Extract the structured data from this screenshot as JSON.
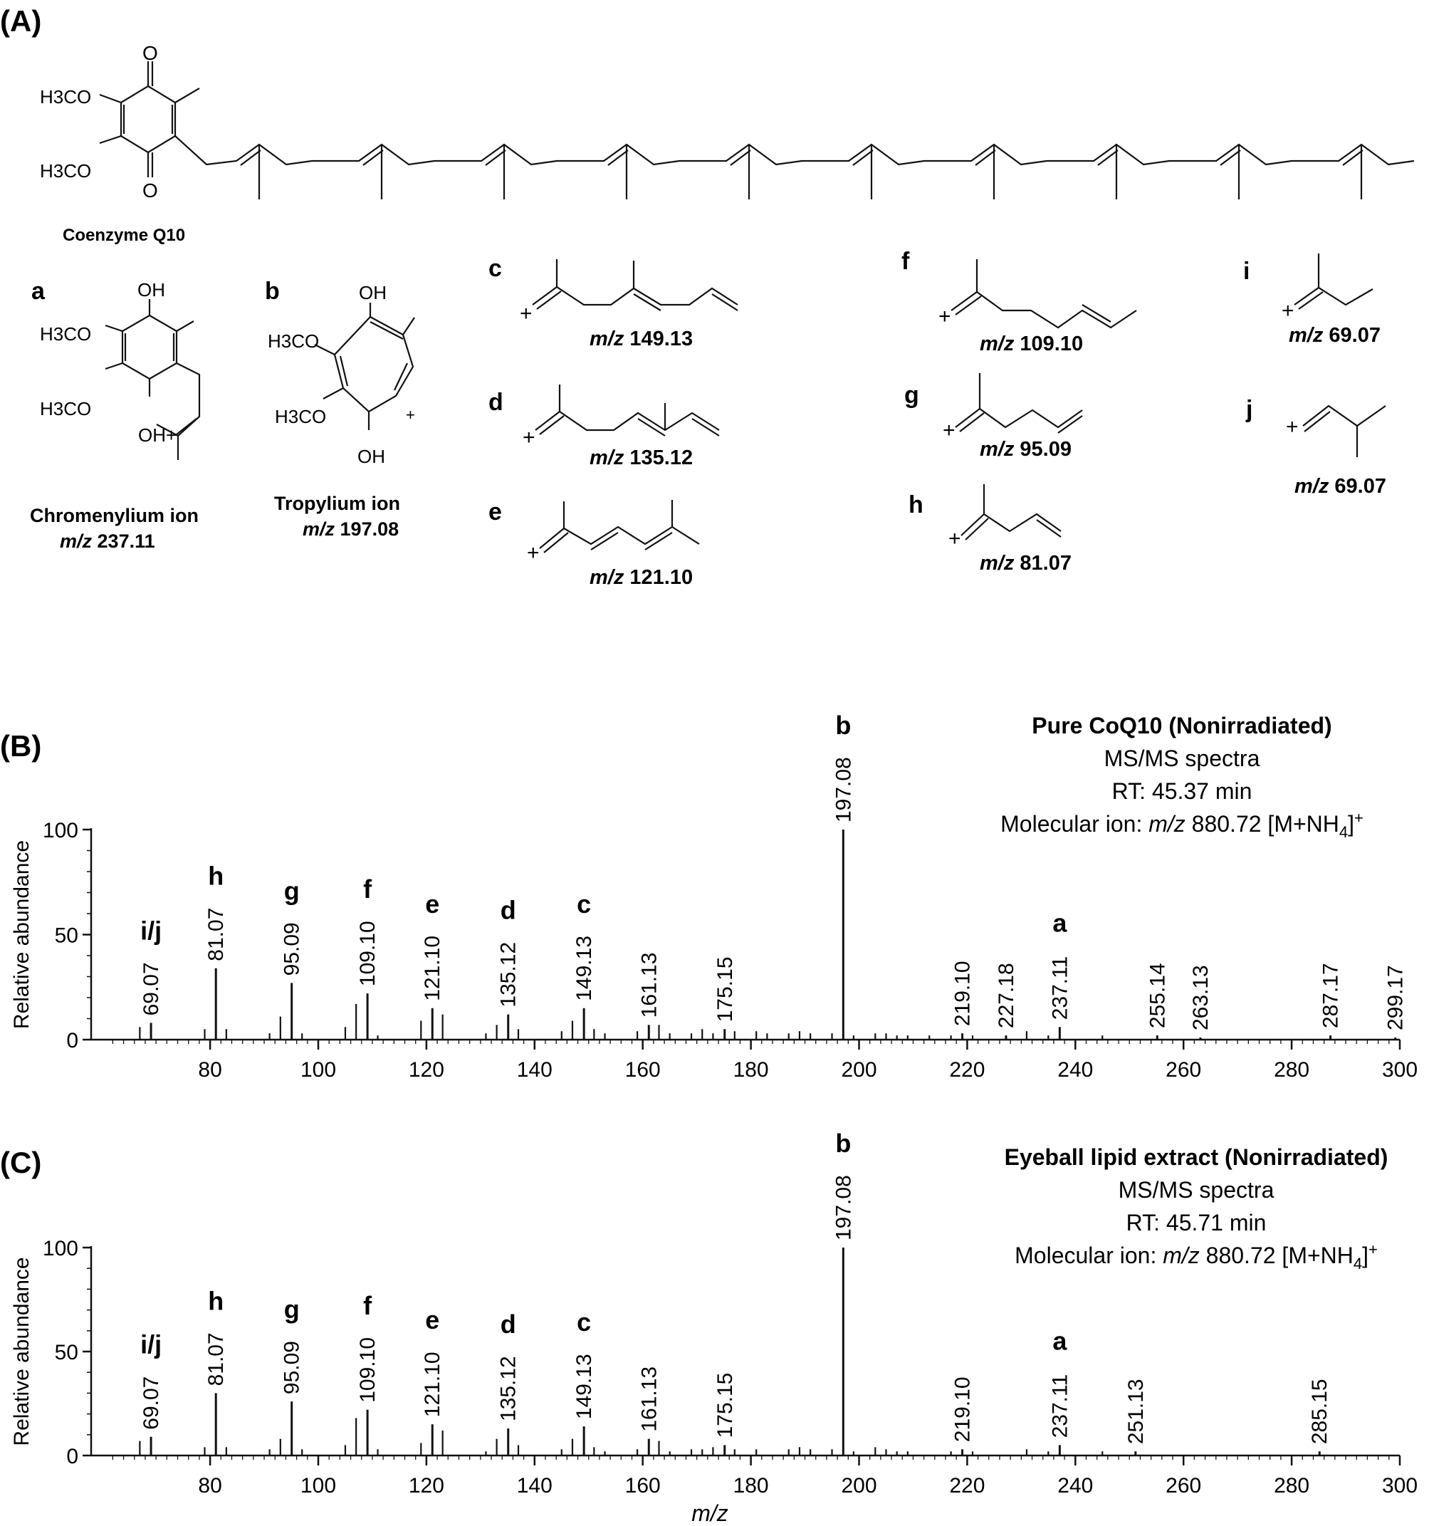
{
  "panel_a": {
    "panel_label": "(A)",
    "coq10_label": "Coenzyme Q10",
    "h3co": "H3CO",
    "oh": "OH",
    "oh_plus": "OH+",
    "plus": "+",
    "o": "O",
    "fragments": [
      {
        "letter": "a",
        "name": "Chromenylium ion",
        "mz_prefix": "m/z",
        "mz": "237.11"
      },
      {
        "letter": "b",
        "name": "Tropylium ion",
        "mz_prefix": "m/z",
        "mz": "197.08"
      },
      {
        "letter": "c",
        "mz_prefix": "m/z",
        "mz": "149.13"
      },
      {
        "letter": "d",
        "mz_prefix": "m/z",
        "mz": "135.12"
      },
      {
        "letter": "e",
        "mz_prefix": "m/z",
        "mz": "121.10"
      },
      {
        "letter": "f",
        "mz_prefix": "m/z",
        "mz": "109.10"
      },
      {
        "letter": "g",
        "mz_prefix": "m/z",
        "mz": "95.09"
      },
      {
        "letter": "h",
        "mz_prefix": "m/z",
        "mz": "81.07"
      },
      {
        "letter": "i",
        "mz_prefix": "m/z",
        "mz": "69.07"
      },
      {
        "letter": "j",
        "mz_prefix": "m/z",
        "mz": "69.07"
      }
    ]
  },
  "chart_data": [
    {
      "type": "bar",
      "panel_label": "(B)",
      "title": "Pure CoQ10 (Nonirradiated)",
      "info_lines": [
        "MS/MS spectra",
        "RT: 45.37 min"
      ],
      "molecular_ion": {
        "prefix": "Molecular ion: ",
        "mz_italic": "m/z",
        "value": " 880.72 [M+NH",
        "sub": "4",
        "suffix": "]",
        "sup": "+"
      },
      "xlabel": "",
      "ylabel": "Relative abundance",
      "xlim": [
        58,
        300
      ],
      "ylim": [
        0,
        100
      ],
      "x_ticks": [
        80,
        100,
        120,
        140,
        160,
        180,
        200,
        220,
        240,
        260,
        280,
        300
      ],
      "y_ticks": [
        0,
        50,
        100
      ],
      "peaks": [
        {
          "mz": 67,
          "y": 6
        },
        {
          "mz": 69.07,
          "y": 8,
          "label": "69.07",
          "letter": "i/j"
        },
        {
          "mz": 79,
          "y": 5
        },
        {
          "mz": 81.07,
          "y": 34,
          "label": "81.07",
          "letter": "h"
        },
        {
          "mz": 83,
          "y": 5
        },
        {
          "mz": 91,
          "y": 3
        },
        {
          "mz": 93,
          "y": 11
        },
        {
          "mz": 95.09,
          "y": 27,
          "label": "95.09",
          "letter": "g"
        },
        {
          "mz": 97,
          "y": 3
        },
        {
          "mz": 105,
          "y": 6
        },
        {
          "mz": 107,
          "y": 17
        },
        {
          "mz": 109.1,
          "y": 22,
          "label": "109.10",
          "letter": "f"
        },
        {
          "mz": 111,
          "y": 2
        },
        {
          "mz": 119,
          "y": 9
        },
        {
          "mz": 121.1,
          "y": 15,
          "label": "121.10",
          "letter": "e"
        },
        {
          "mz": 123,
          "y": 12
        },
        {
          "mz": 131,
          "y": 3
        },
        {
          "mz": 133,
          "y": 7
        },
        {
          "mz": 135.12,
          "y": 12,
          "label": "135.12",
          "letter": "d"
        },
        {
          "mz": 137,
          "y": 5
        },
        {
          "mz": 145,
          "y": 4
        },
        {
          "mz": 147,
          "y": 9
        },
        {
          "mz": 149.13,
          "y": 15,
          "label": "149.13",
          "letter": "c"
        },
        {
          "mz": 151,
          "y": 5
        },
        {
          "mz": 153,
          "y": 3
        },
        {
          "mz": 159,
          "y": 4
        },
        {
          "mz": 161.13,
          "y": 7,
          "label": "161.13"
        },
        {
          "mz": 163,
          "y": 7
        },
        {
          "mz": 165,
          "y": 3
        },
        {
          "mz": 169,
          "y": 3
        },
        {
          "mz": 171,
          "y": 5
        },
        {
          "mz": 173,
          "y": 3
        },
        {
          "mz": 175.15,
          "y": 5,
          "label": "175.15"
        },
        {
          "mz": 177,
          "y": 4
        },
        {
          "mz": 181,
          "y": 4
        },
        {
          "mz": 183,
          "y": 3
        },
        {
          "mz": 187,
          "y": 3
        },
        {
          "mz": 189,
          "y": 4
        },
        {
          "mz": 191,
          "y": 3
        },
        {
          "mz": 195,
          "y": 3
        },
        {
          "mz": 197.08,
          "y": 100,
          "label": "197.08",
          "letter": "b"
        },
        {
          "mz": 199,
          "y": 2
        },
        {
          "mz": 203,
          "y": 3
        },
        {
          "mz": 205,
          "y": 3
        },
        {
          "mz": 207,
          "y": 2
        },
        {
          "mz": 209,
          "y": 2
        },
        {
          "mz": 213,
          "y": 2
        },
        {
          "mz": 217,
          "y": 2
        },
        {
          "mz": 219.1,
          "y": 3,
          "label": "219.10"
        },
        {
          "mz": 221,
          "y": 2
        },
        {
          "mz": 227.18,
          "y": 2,
          "label": "227.18"
        },
        {
          "mz": 231,
          "y": 4
        },
        {
          "mz": 235,
          "y": 2
        },
        {
          "mz": 237.11,
          "y": 6,
          "label": "237.11",
          "letter": "a"
        },
        {
          "mz": 245,
          "y": 2
        },
        {
          "mz": 255.14,
          "y": 2,
          "label": "255.14"
        },
        {
          "mz": 263.13,
          "y": 1,
          "label": "263.13"
        },
        {
          "mz": 287.17,
          "y": 2,
          "label": "287.17"
        },
        {
          "mz": 299.17,
          "y": 1,
          "label": "299.17"
        }
      ]
    },
    {
      "type": "bar",
      "panel_label": "(C)",
      "title": "Eyeball lipid extract (Nonirradiated)",
      "info_lines": [
        "MS/MS spectra",
        "RT: 45.71 min"
      ],
      "molecular_ion": {
        "prefix": "Molecular ion: ",
        "mz_italic": "m/z",
        "value": " 880.72 [M+NH",
        "sub": "4",
        "suffix": "]",
        "sup": "+"
      },
      "xlabel": "m/z",
      "ylabel": "Relative abundance",
      "xlim": [
        58,
        300
      ],
      "ylim": [
        0,
        100
      ],
      "x_ticks": [
        80,
        100,
        120,
        140,
        160,
        180,
        200,
        220,
        240,
        260,
        280,
        300
      ],
      "y_ticks": [
        0,
        50,
        100
      ],
      "peaks": [
        {
          "mz": 67,
          "y": 7
        },
        {
          "mz": 69.07,
          "y": 9,
          "label": "69.07",
          "letter": "i/j"
        },
        {
          "mz": 79,
          "y": 4
        },
        {
          "mz": 81.07,
          "y": 30,
          "label": "81.07",
          "letter": "h"
        },
        {
          "mz": 83,
          "y": 4
        },
        {
          "mz": 91,
          "y": 3
        },
        {
          "mz": 93,
          "y": 8
        },
        {
          "mz": 95.09,
          "y": 26,
          "label": "95.09",
          "letter": "g"
        },
        {
          "mz": 97,
          "y": 3
        },
        {
          "mz": 105,
          "y": 5
        },
        {
          "mz": 107,
          "y": 18
        },
        {
          "mz": 109.1,
          "y": 22,
          "label": "109.10",
          "letter": "f"
        },
        {
          "mz": 111,
          "y": 3
        },
        {
          "mz": 119,
          "y": 6
        },
        {
          "mz": 121.1,
          "y": 15,
          "label": "121.10",
          "letter": "e"
        },
        {
          "mz": 123,
          "y": 12
        },
        {
          "mz": 131,
          "y": 2
        },
        {
          "mz": 133,
          "y": 8
        },
        {
          "mz": 135.12,
          "y": 13,
          "label": "135.12",
          "letter": "d"
        },
        {
          "mz": 137,
          "y": 5
        },
        {
          "mz": 145,
          "y": 3
        },
        {
          "mz": 147,
          "y": 8
        },
        {
          "mz": 149.13,
          "y": 14,
          "label": "149.13",
          "letter": "c"
        },
        {
          "mz": 151,
          "y": 4
        },
        {
          "mz": 153,
          "y": 2
        },
        {
          "mz": 159,
          "y": 3
        },
        {
          "mz": 161.13,
          "y": 8,
          "label": "161.13"
        },
        {
          "mz": 163,
          "y": 7
        },
        {
          "mz": 165,
          "y": 2
        },
        {
          "mz": 169,
          "y": 3
        },
        {
          "mz": 171,
          "y": 3
        },
        {
          "mz": 173,
          "y": 4
        },
        {
          "mz": 175.15,
          "y": 5,
          "label": "175.15"
        },
        {
          "mz": 177,
          "y": 3
        },
        {
          "mz": 181,
          "y": 3
        },
        {
          "mz": 187,
          "y": 3
        },
        {
          "mz": 189,
          "y": 4
        },
        {
          "mz": 191,
          "y": 3
        },
        {
          "mz": 195,
          "y": 3
        },
        {
          "mz": 197.08,
          "y": 100,
          "label": "197.08",
          "letter": "b"
        },
        {
          "mz": 199,
          "y": 2
        },
        {
          "mz": 203,
          "y": 4
        },
        {
          "mz": 205,
          "y": 3
        },
        {
          "mz": 207,
          "y": 2
        },
        {
          "mz": 209,
          "y": 2
        },
        {
          "mz": 217,
          "y": 2
        },
        {
          "mz": 219.1,
          "y": 3,
          "label": "219.10"
        },
        {
          "mz": 221,
          "y": 2
        },
        {
          "mz": 231,
          "y": 3
        },
        {
          "mz": 235,
          "y": 2
        },
        {
          "mz": 237.11,
          "y": 5,
          "label": "237.11",
          "letter": "a"
        },
        {
          "mz": 245,
          "y": 2
        },
        {
          "mz": 251.13,
          "y": 2,
          "label": "251.13"
        },
        {
          "mz": 285.15,
          "y": 2,
          "label": "285.15"
        }
      ]
    }
  ]
}
